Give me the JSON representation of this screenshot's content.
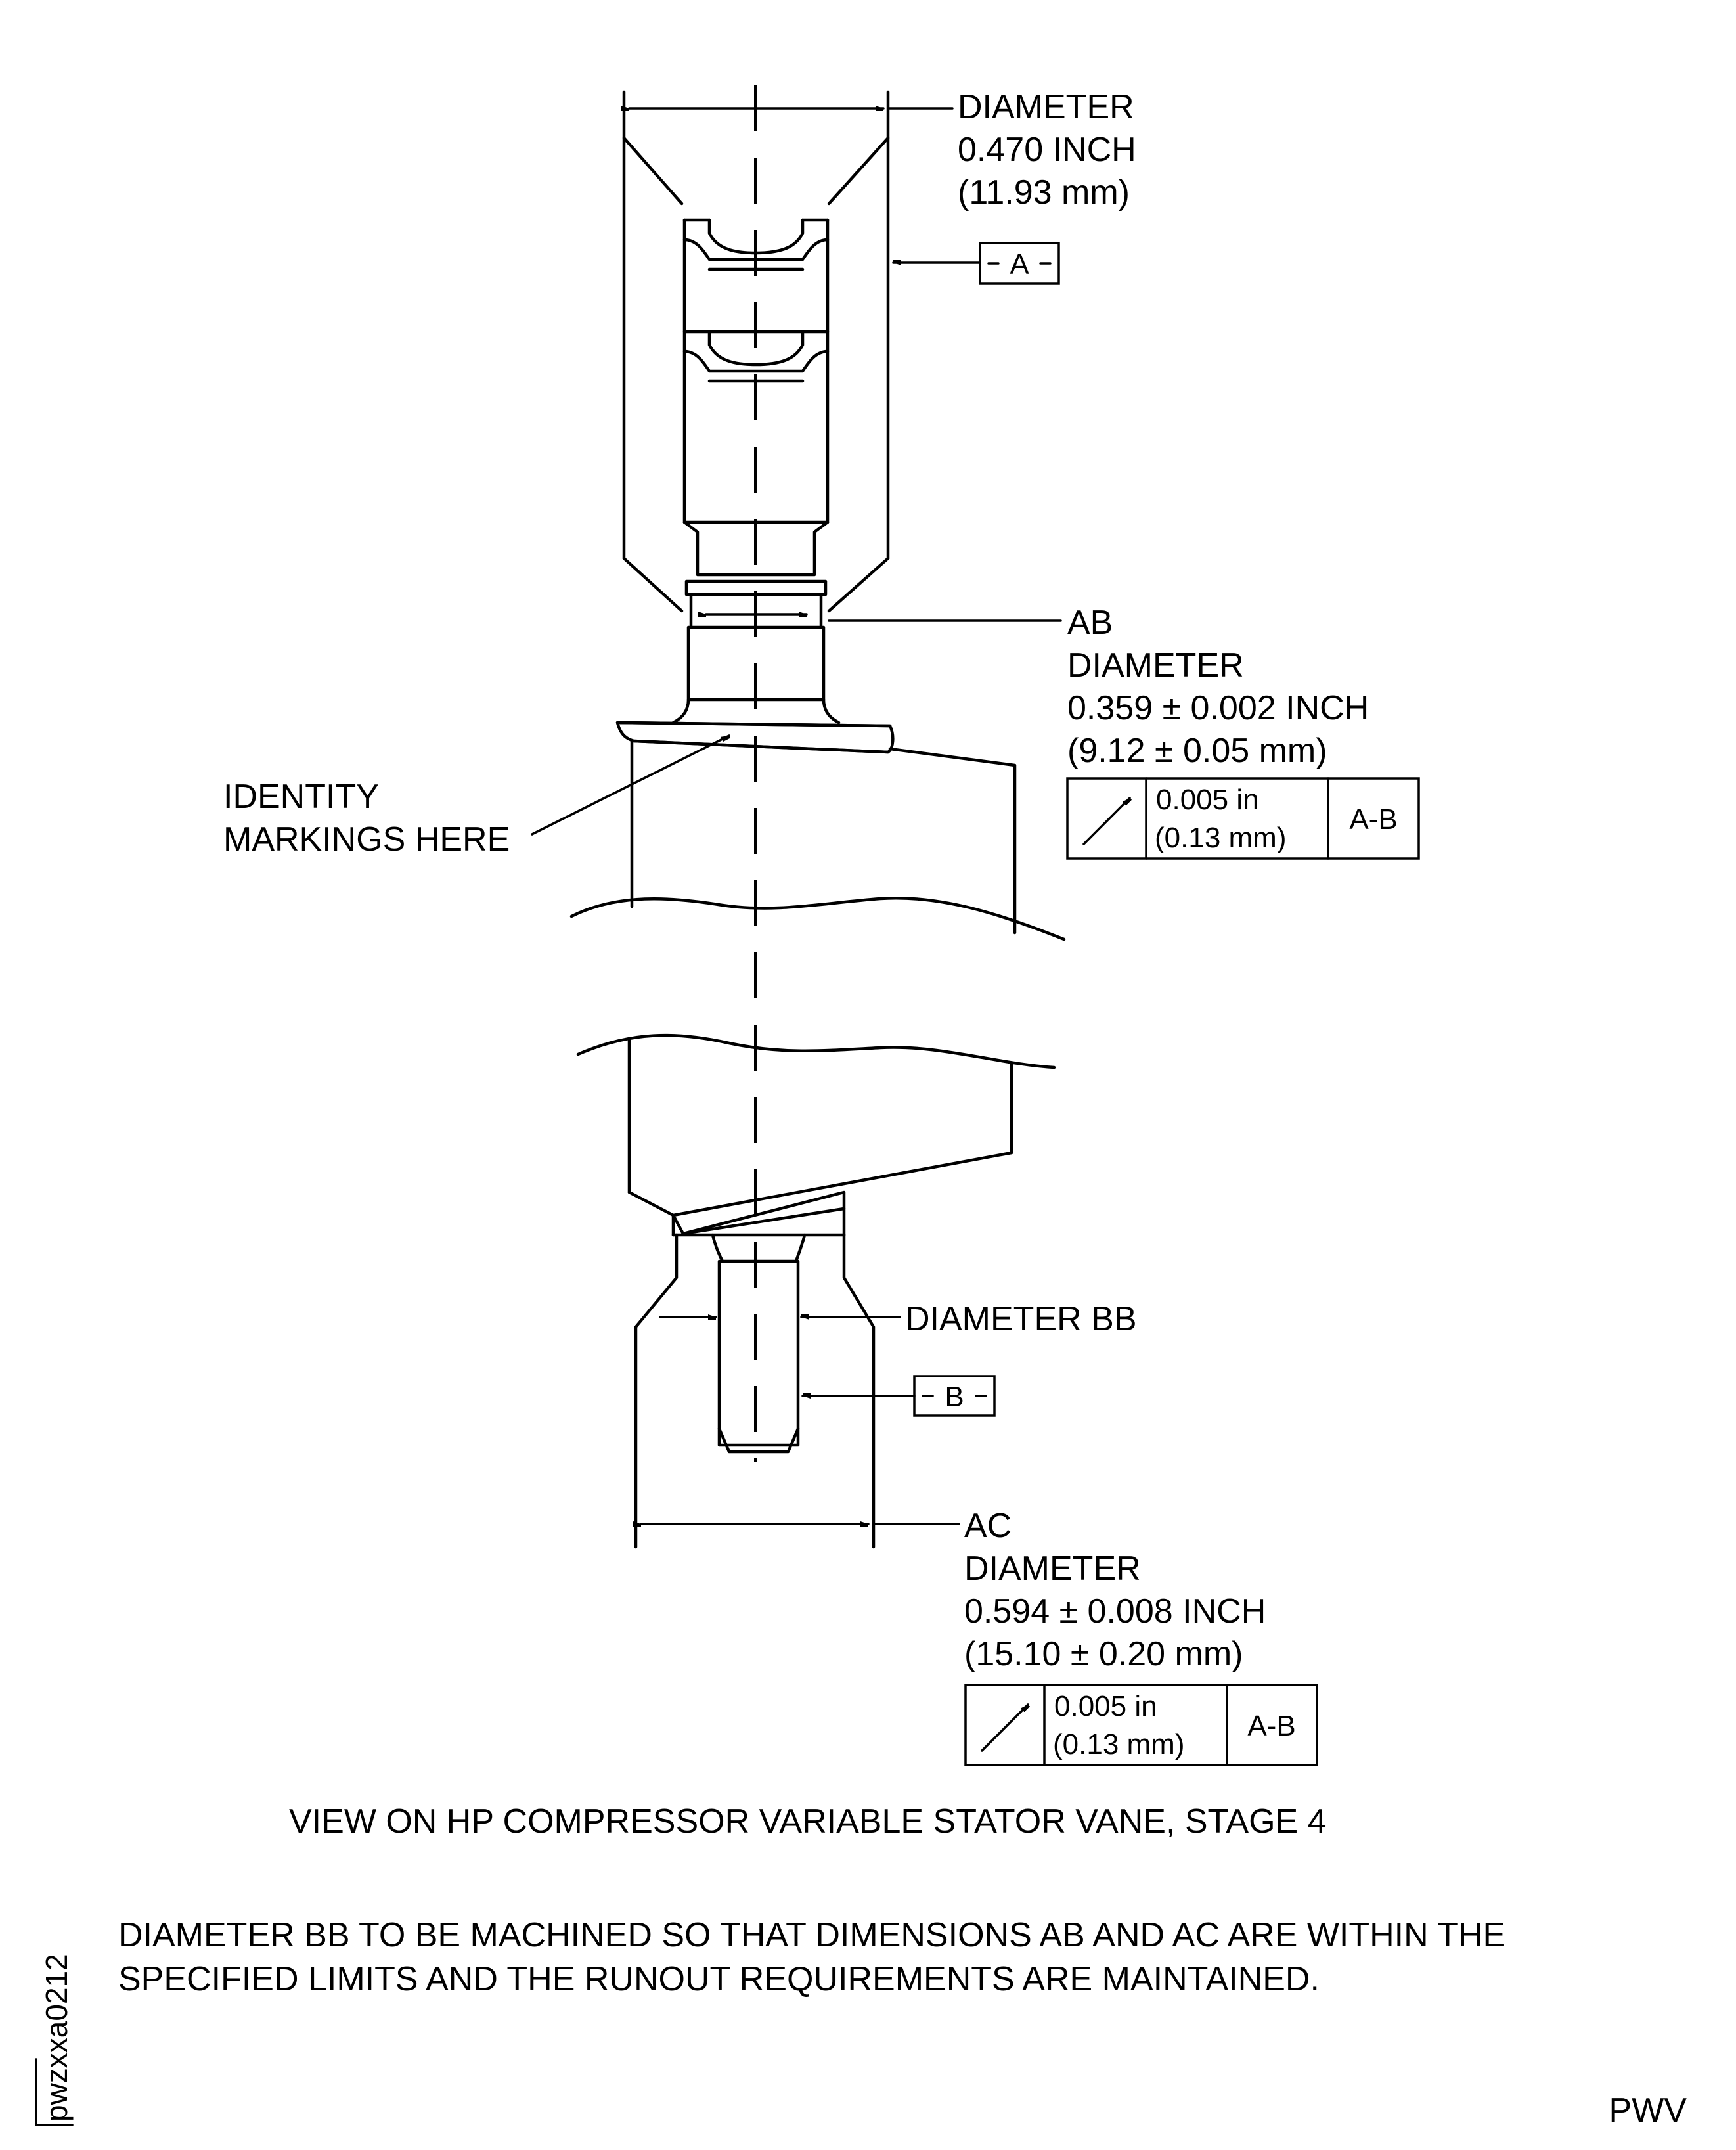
{
  "diagram": {
    "dim_top": {
      "label": "DIAMETER",
      "value_in": "0.470 INCH",
      "value_mm": "(11.93 mm)"
    },
    "datum_a": "A",
    "datum_b": "B",
    "dim_ab": {
      "name": "AB",
      "label": "DIAMETER",
      "value_in": "0.359 ± 0.002 INCH",
      "value_mm": "(9.12 ± 0.05 mm)",
      "runout": {
        "tol_in": "0.005 in",
        "tol_mm": "(0.13 mm)",
        "datum_ref": "A-B"
      }
    },
    "identity": {
      "line1": "IDENTITY",
      "line2": "MARKINGS HERE"
    },
    "dim_bb": "DIAMETER BB",
    "dim_ac": {
      "name": "AC",
      "label": "DIAMETER",
      "value_in": "0.594 ± 0.008 INCH",
      "value_mm": "(15.10 ± 0.20 mm)",
      "runout": {
        "tol_in": "0.005 in",
        "tol_mm": "(0.13 mm)",
        "datum_ref": "A-B"
      }
    },
    "view_title": "VIEW ON HP COMPRESSOR VARIABLE STATOR VANE, STAGE 4",
    "note": {
      "line1": "DIAMETER BB TO BE MACHINED SO THAT DIMENSIONS AB AND AC ARE WITHIN THE",
      "line2": "SPECIFIED LIMITS AND THE RUNOUT REQUIREMENTS ARE MAINTAINED."
    },
    "figure_id": "pwzxxa0212",
    "code": "PWV"
  }
}
